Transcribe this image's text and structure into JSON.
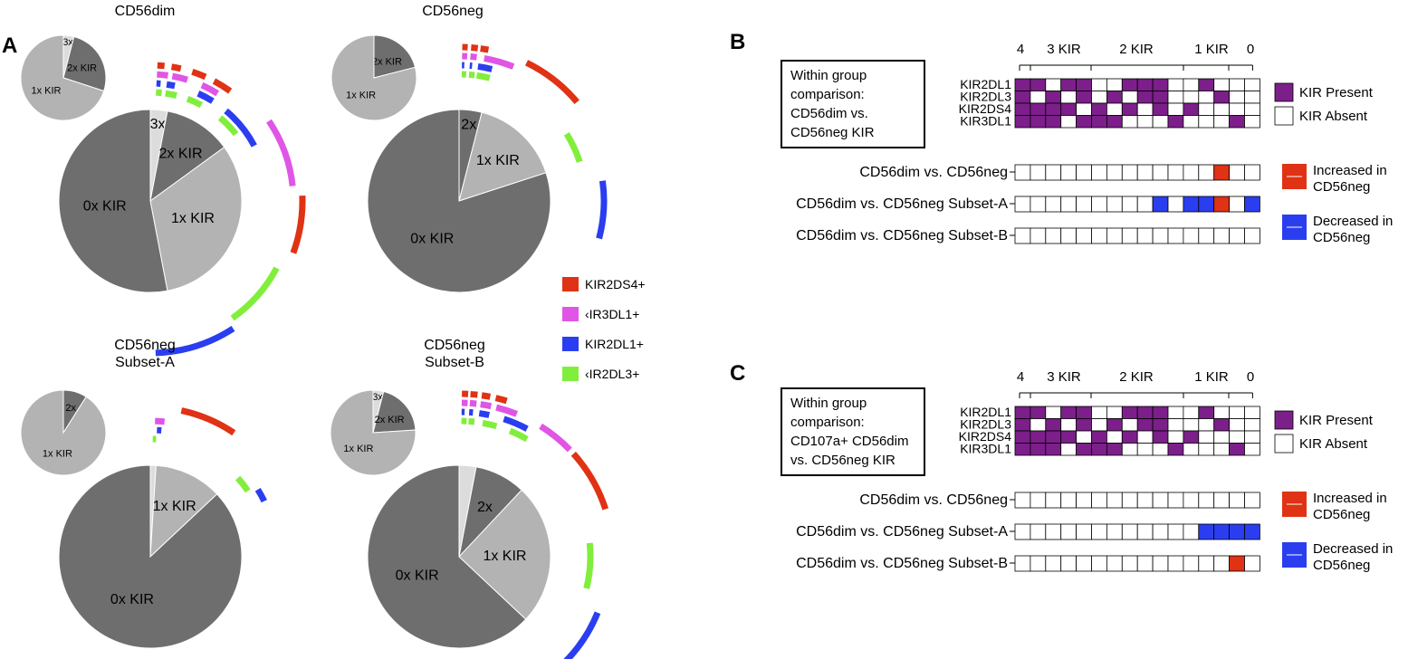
{
  "panel_labels": {
    "a": "A",
    "b": "B",
    "c": "C"
  },
  "colors": {
    "KIR2DS4+": "#e03214",
    "KIR3DL1+": "#e055e6",
    "KIR2DL1+": "#2a3ef0",
    "KIR2DL3+": "#82ee3c",
    "present": "#7c1f8a",
    "absent": "#ffffff",
    "increased": "#e03214",
    "decreased": "#2a3ef0",
    "slice_0x": "#6e6e6e",
    "slice_1x": "#b3b3b3",
    "slice_2x": "#6e6e6e",
    "slice_3x": "#dcdcdc"
  },
  "legend_a": {
    "items": [
      {
        "label": "KIR2DS4+",
        "color_key": "KIR2DS4+"
      },
      {
        "label": "‹IR3DL1+",
        "color_key": "KIR3DL1+"
      },
      {
        "label": "KIR2DL1+",
        "color_key": "KIR2DL1+"
      },
      {
        "label": "‹IR2DL3+",
        "color_key": "KIR2DL3+"
      }
    ]
  },
  "chart_data": [
    {
      "type": "pie",
      "panel": "A",
      "title": "CD56dim",
      "main": {
        "categories": [
          "3x",
          "2x KIR",
          "1x KIR",
          "0x KIR"
        ],
        "values": [
          3,
          12,
          32,
          53
        ]
      },
      "inset": {
        "categories": [
          "3x",
          "2x KIR",
          "1x KIR"
        ],
        "values": [
          4,
          26,
          70
        ]
      }
    },
    {
      "type": "pie",
      "panel": "A",
      "title": "CD56neg",
      "main": {
        "categories": [
          "2x",
          "1x KIR",
          "0x KIR"
        ],
        "values": [
          4,
          16,
          80
        ]
      },
      "inset": {
        "categories": [
          "2x KIR",
          "1x KIR"
        ],
        "values": [
          21,
          79
        ]
      }
    },
    {
      "type": "pie",
      "panel": "A",
      "title": "CD56neg\nSubset-A",
      "main": {
        "categories": [
          "",
          "1x KIR",
          "0x KIR"
        ],
        "values": [
          1,
          12,
          87
        ]
      },
      "inset": {
        "categories": [
          "2x",
          "1x KIR"
        ],
        "values": [
          9,
          91
        ]
      }
    },
    {
      "type": "pie",
      "panel": "A",
      "title": "CD56neg\nSubset-B",
      "main": {
        "categories": [
          "",
          "2x",
          "1x KIR",
          "0x KIR"
        ],
        "values": [
          3,
          9,
          25,
          63
        ]
      },
      "inset": {
        "categories": [
          "3x",
          "2x KIR",
          "1x KIR"
        ],
        "values": [
          4,
          20,
          76
        ]
      }
    },
    {
      "type": "heatmap",
      "panel": "B",
      "box_text": [
        "Within group",
        "comparison:",
        "CD56dim vs.",
        "CD56neg KIR"
      ],
      "group_labels": [
        "4",
        "3 KIR",
        "2 KIR",
        "1 KIR",
        "0"
      ],
      "rows": [
        "KIR2DL1",
        "KIR2DL3",
        "KIR2DS4",
        "KIR3DL1"
      ],
      "matrix": [
        [
          1,
          1,
          0,
          1,
          1,
          0,
          0,
          1,
          1,
          1,
          0,
          0,
          1,
          0,
          0,
          0
        ],
        [
          1,
          0,
          1,
          0,
          1,
          0,
          1,
          0,
          1,
          1,
          0,
          0,
          0,
          1,
          0,
          0
        ],
        [
          1,
          1,
          1,
          1,
          0,
          1,
          0,
          1,
          0,
          1,
          0,
          1,
          0,
          0,
          0,
          0
        ],
        [
          1,
          1,
          1,
          0,
          1,
          1,
          1,
          0,
          0,
          0,
          1,
          0,
          0,
          0,
          1,
          0
        ]
      ],
      "legend": [
        "KIR Present",
        "KIR Absent"
      ],
      "comparisons": [
        {
          "label": "CD56dim vs. CD56neg",
          "cells": [
            "",
            "",
            "",
            "",
            "",
            "",
            "",
            "",
            "",
            "",
            "",
            "",
            "",
            "inc",
            "",
            ""
          ]
        },
        {
          "label": "CD56dim vs. CD56neg Subset-A",
          "cells": [
            "",
            "",
            "",
            "",
            "",
            "",
            "",
            "",
            "",
            "dec",
            "",
            "dec",
            "dec",
            "inc",
            "",
            "dec"
          ]
        },
        {
          "label": "CD56dim vs. CD56neg Subset-B",
          "cells": [
            "",
            "",
            "",
            "",
            "",
            "",
            "",
            "",
            "",
            "",
            "",
            "",
            "",
            "",
            "",
            ""
          ]
        }
      ],
      "change_legend": [
        {
          "label_lines": [
            "Increased in",
            "CD56neg"
          ],
          "color_key": "increased"
        },
        {
          "label_lines": [
            "Decreased in",
            "CD56neg"
          ],
          "color_key": "decreased"
        }
      ]
    },
    {
      "type": "heatmap",
      "panel": "C",
      "box_text": [
        "Within group",
        "comparison:",
        "CD107a+ CD56dim",
        "vs. CD56neg KIR"
      ],
      "group_labels": [
        "4",
        "3 KIR",
        "2 KIR",
        "1 KIR",
        "0"
      ],
      "rows": [
        "KIR2DL1",
        "KIR2DL3",
        "KIR2DS4",
        "KIR3DL1"
      ],
      "matrix": [
        [
          1,
          1,
          0,
          1,
          1,
          0,
          0,
          1,
          1,
          1,
          0,
          0,
          1,
          0,
          0,
          0
        ],
        [
          1,
          0,
          1,
          0,
          1,
          0,
          1,
          0,
          1,
          1,
          0,
          0,
          0,
          1,
          0,
          0
        ],
        [
          1,
          1,
          1,
          1,
          0,
          1,
          0,
          1,
          0,
          1,
          0,
          1,
          0,
          0,
          0,
          0
        ],
        [
          1,
          1,
          1,
          0,
          1,
          1,
          1,
          0,
          0,
          0,
          1,
          0,
          0,
          0,
          1,
          0
        ]
      ],
      "legend": [
        "KIR Present",
        "KIR Absent"
      ],
      "comparisons": [
        {
          "label": "CD56dim vs. CD56neg",
          "cells": [
            "",
            "",
            "",
            "",
            "",
            "",
            "",
            "",
            "",
            "",
            "",
            "",
            "",
            "",
            "",
            ""
          ]
        },
        {
          "label": "CD56dim vs. CD56neg Subset-A",
          "cells": [
            "",
            "",
            "",
            "",
            "",
            "",
            "",
            "",
            "",
            "",
            "",
            "",
            "dec",
            "dec",
            "dec",
            "dec"
          ]
        },
        {
          "label": "CD56dim vs. CD56neg Subset-B",
          "cells": [
            "",
            "",
            "",
            "",
            "",
            "",
            "",
            "",
            "",
            "",
            "",
            "",
            "",
            "",
            "inc",
            ""
          ]
        }
      ],
      "change_legend": [
        {
          "label_lines": [
            "Increased in",
            "CD56neg"
          ],
          "color_key": "increased"
        },
        {
          "label_lines": [
            "Decreased in",
            "CD56neg"
          ],
          "color_key": "decreased"
        }
      ]
    }
  ]
}
